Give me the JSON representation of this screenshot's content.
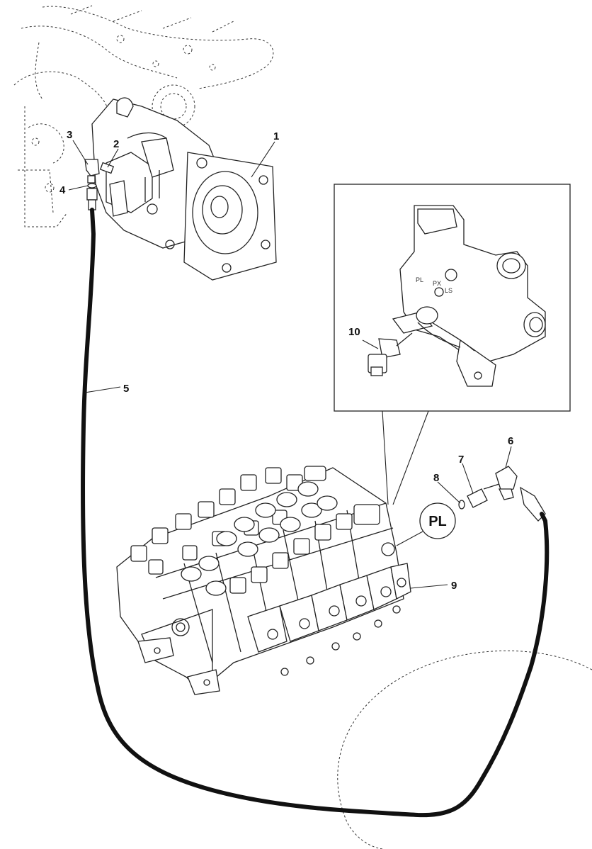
{
  "colors": {
    "line": "#222222",
    "hose": "#111111",
    "background": "#ffffff"
  },
  "callouts": {
    "c1": "1",
    "c2": "2",
    "c3": "3",
    "c4": "4",
    "c5": "5",
    "c6": "6",
    "c7": "7",
    "c8": "8",
    "c9": "9",
    "c10": "10"
  },
  "port_badge": "PL",
  "detail_inset": {
    "port_labels": {
      "pl": "PL",
      "px": "PX",
      "ls": "LS"
    }
  }
}
